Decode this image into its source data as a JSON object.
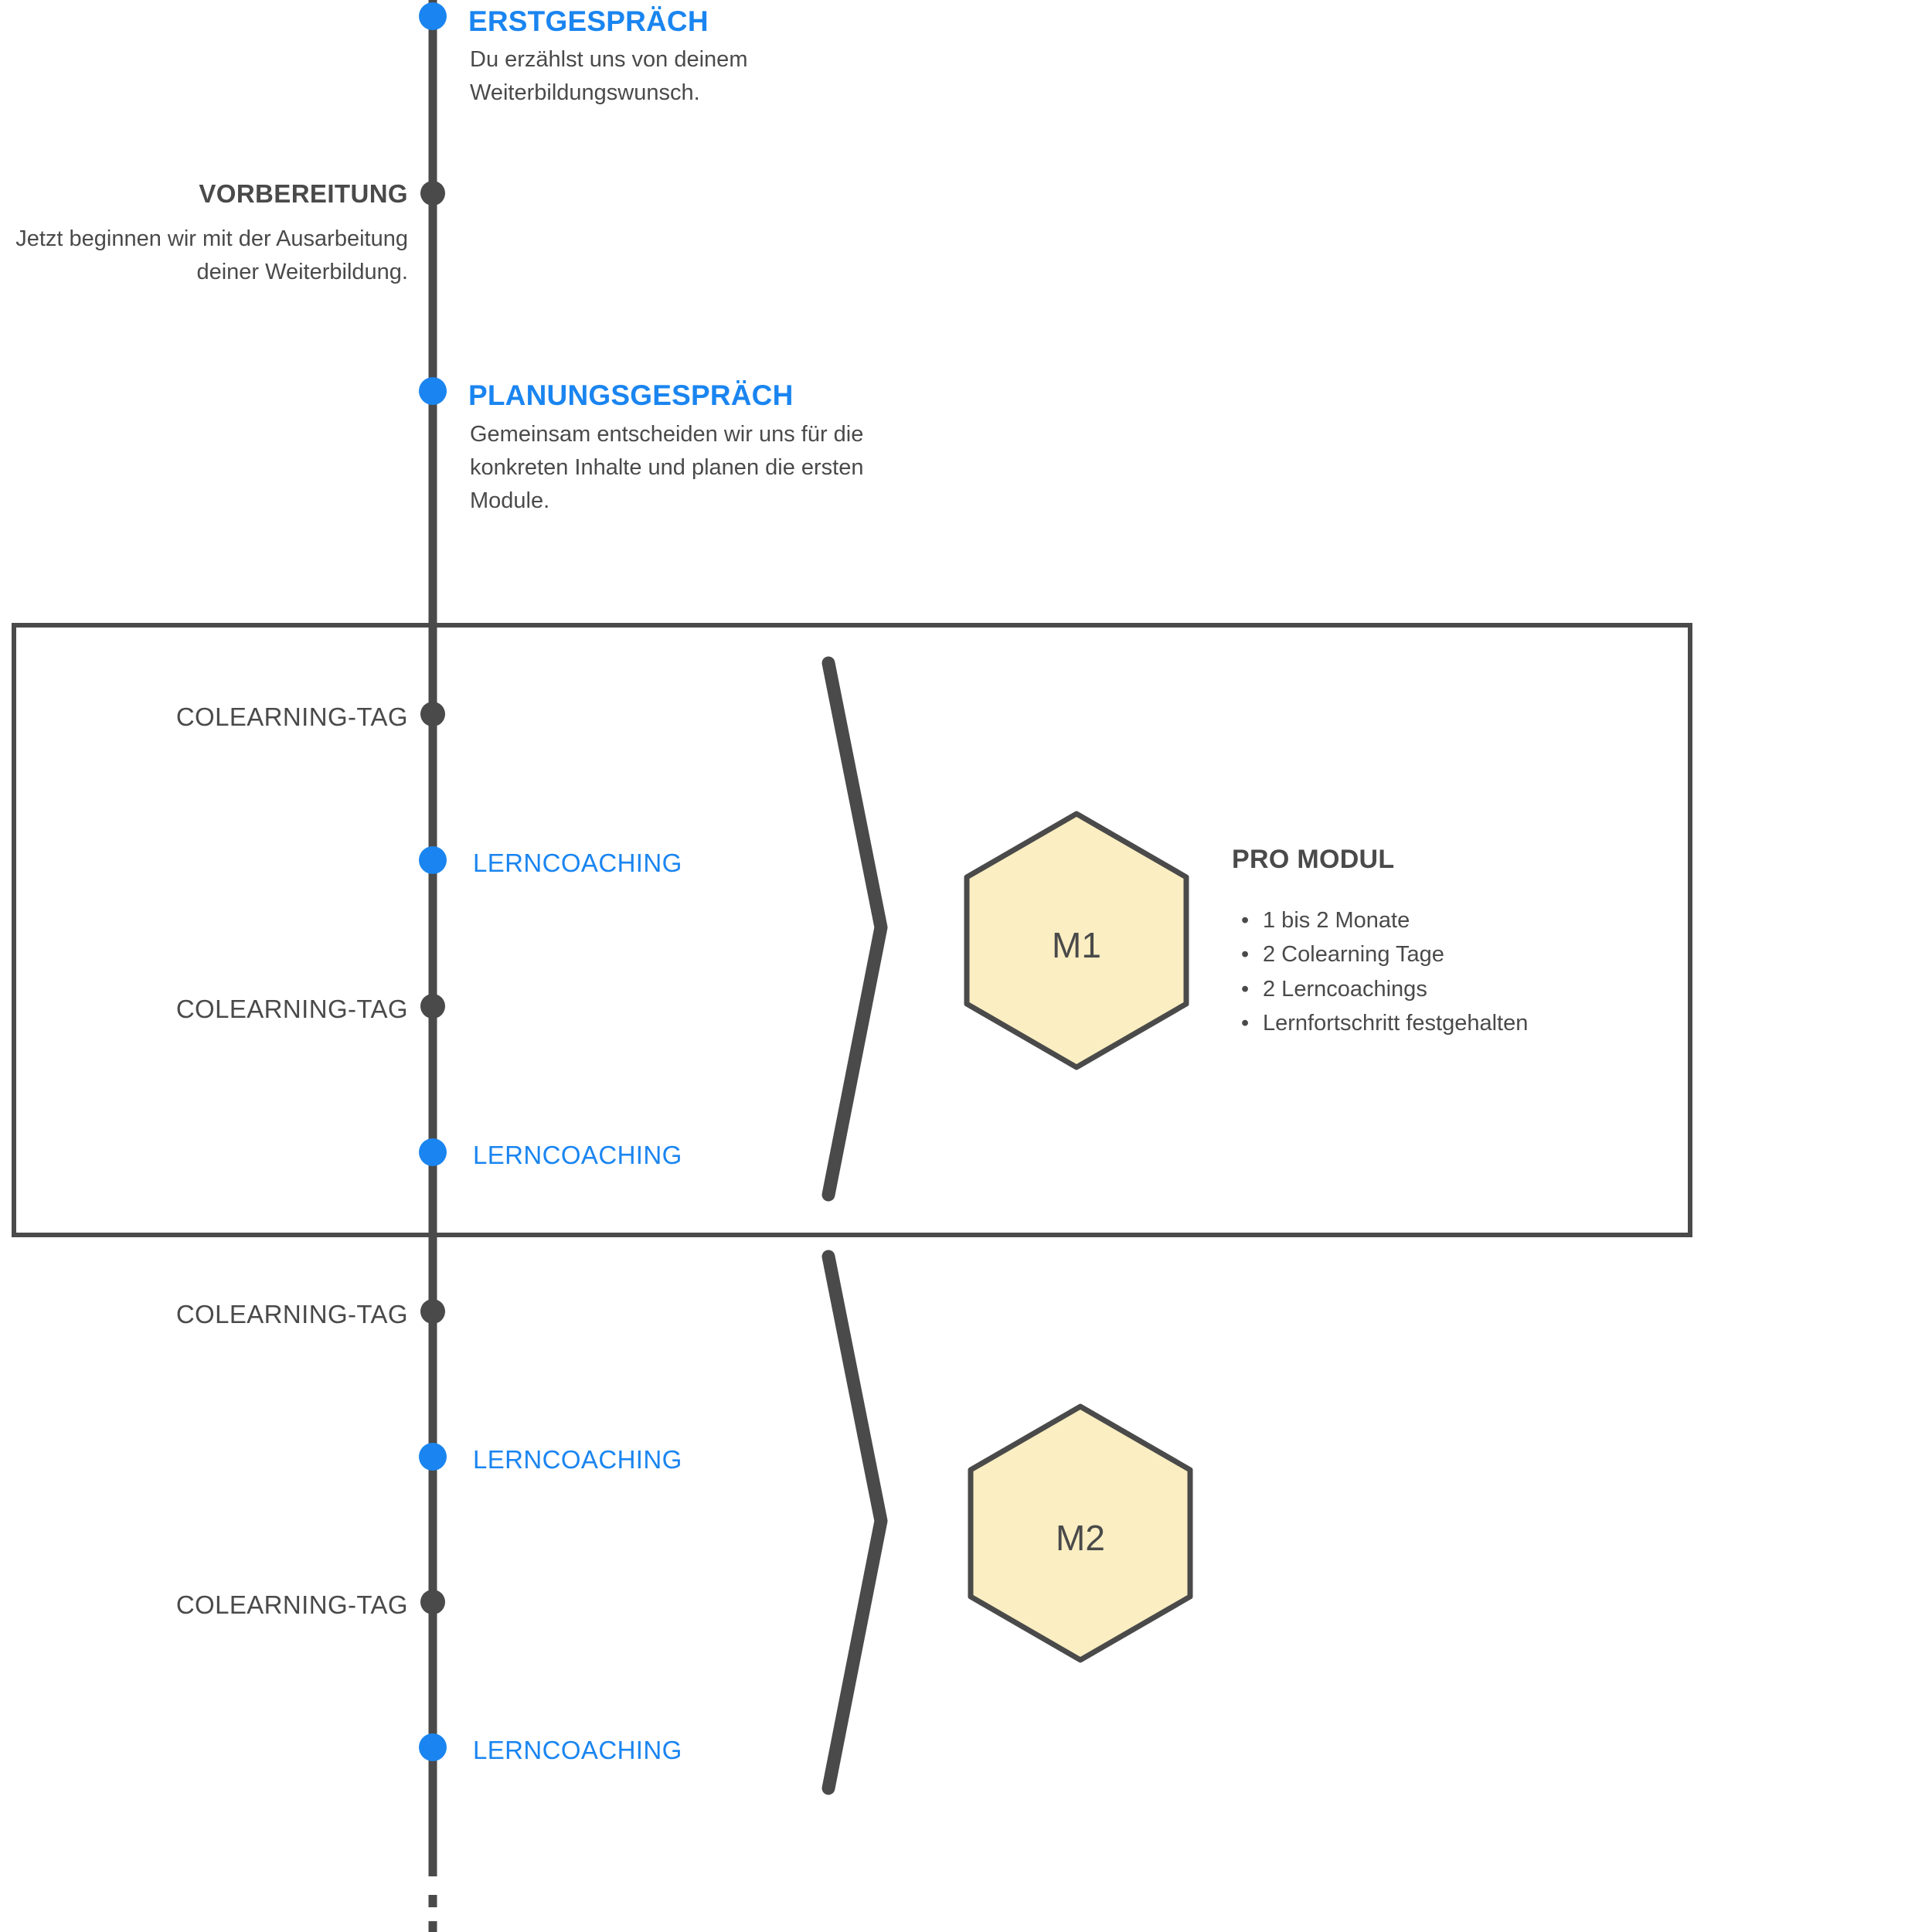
{
  "colors": {
    "accent_blue": "#1a85f0",
    "line_gray": "#4a4a4a",
    "hex_fill": "#faeec2",
    "hex_stroke": "#4a4a4a",
    "text_gray": "#4a4a4a",
    "background": "#ffffff"
  },
  "timeline": {
    "milestones": [
      {
        "title": "ERSTGESPRÄCH",
        "body_lines": [
          "Du erzählst uns von deinem",
          "Weiterbildungswunsch."
        ],
        "marker": "blue-dot"
      },
      {
        "title": "VORBEREITUNG",
        "body_lines": [
          "Jetzt beginnen wir mit der Ausarbeitung",
          "deiner Weiterbildung."
        ],
        "marker": "gray-dot"
      },
      {
        "title": "PLANUNGSGESPRÄCH",
        "body_lines": [
          "Gemeinsam entscheiden wir uns für die",
          "konkreten Inhalte und planen die ersten",
          "Module."
        ],
        "marker": "blue-dot"
      }
    ],
    "events": [
      {
        "label": "COLEARNING-TAG",
        "side": "left",
        "marker": "gray-dot"
      },
      {
        "label": "LERNCOACHING",
        "side": "right",
        "marker": "blue-dot"
      },
      {
        "label": "COLEARNING-TAG",
        "side": "left",
        "marker": "gray-dot"
      },
      {
        "label": "LERNCOACHING",
        "side": "right",
        "marker": "blue-dot"
      },
      {
        "label": "COLEARNING-TAG",
        "side": "left",
        "marker": "gray-dot"
      },
      {
        "label": "LERNCOACHING",
        "side": "right",
        "marker": "blue-dot"
      },
      {
        "label": "COLEARNING-TAG",
        "side": "left",
        "marker": "gray-dot"
      },
      {
        "label": "LERNCOACHING",
        "side": "right",
        "marker": "blue-dot"
      }
    ],
    "continuation": "dotted-line"
  },
  "modules": [
    {
      "label": "M1",
      "bracket": "chevron"
    },
    {
      "label": "M2",
      "bracket": "chevron"
    }
  ],
  "panel": {
    "title": "PRO MODUL",
    "items": [
      "1 bis 2 Monate",
      "2 Colearning Tage",
      "2 Lerncoachings",
      "Lernfortschritt festgehalten"
    ]
  }
}
